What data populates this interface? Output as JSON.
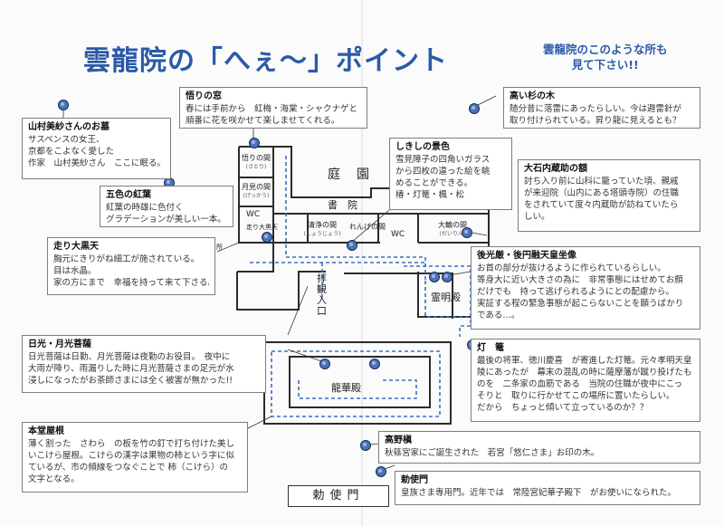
{
  "title": "雲龍院の「へぇ～」ポイント",
  "subtitle": {
    "line1": "雲龍院のこのような所も",
    "line2": "見て下さい!!"
  },
  "colors": {
    "title": "#2a5aa8",
    "route": "#3b6fc4",
    "marker": "#4a73b8"
  },
  "map_labels": {
    "garden": "庭　園",
    "shoin": "書　院",
    "satori_room": "悟りの間",
    "satori_ruby": "(さとり)",
    "gekka_room": "月見の間",
    "gekka_ruby": "(げっかう)",
    "wc1": "WC",
    "wc2": "WC",
    "sotoyama": "走り大黒天",
    "daidokoro": "台所",
    "seiryo_room": "清浄の間",
    "seiryo_ruby": "(しょうじょう)",
    "rengeno_room": "れんげの間",
    "taikan_room": "大輪の間",
    "taikan_ruby": "(だいりん)",
    "reimei": "霊明殿",
    "haikan": "拝観入口",
    "ryuge": "龍華殿",
    "gate": "勅使門"
  },
  "callouts": [
    {
      "heading": "山村美紗さんのお墓",
      "lines": [
        "サスペンスの女王、",
        "京都をこよなく愛した",
        "作家　山村美紗さん　ここに眠る。"
      ]
    },
    {
      "heading": "悟りの窓",
      "lines": [
        "春には手前から　紅梅・海棠・シャクナゲと",
        "順番に花を咲かせて楽しませてくれる。"
      ]
    },
    {
      "heading": "五色の紅葉",
      "lines": [
        "紅葉の時雄に色付く",
        "グラデーションが美しい一本。"
      ]
    },
    {
      "heading": "走り大黒天",
      "lines": [
        "胸元にきりがね細工が施されている。",
        "目は水晶。",
        "家の方にまで　幸福を持って来て下さる。"
      ]
    },
    {
      "heading": "しきしの景色",
      "lines": [
        "雪見障子の四角いガラス",
        "から四枚の違った絵を眺",
        "めることができる。",
        "椿・灯篭・楓・松"
      ]
    },
    {
      "heading": "高い杉の木",
      "lines": [
        "随分昔に落雷にあったらしい。今は避雷針が",
        "取り付けられている。昇り龍に見えるとも？"
      ]
    },
    {
      "heading": "大石内蔵助の額",
      "lines": [
        "討ち入り前に山科に籠っていた頃、親戚",
        "が来迎院（山内にある塔頭寺院）の住職",
        "をされていて度々内蔵助が訪ねていたら",
        "しい。"
      ]
    },
    {
      "heading": "後光厳・後円融天皇坐像",
      "lines": [
        "お首の部分が抜けるように作られているらしい。",
        "等身大に近い大きさの為に　非常事態にはせめてお顔",
        "だけでも　持って逃げられるようにとの配慮から。",
        "実証する程の緊急事態が起こらないことを願うばかり",
        "である…。"
      ]
    },
    {
      "heading": "日光・月光菩薩",
      "lines": [
        "日光菩薩は日勤、月光菩薩は夜勤のお役目。　夜中に",
        "大雨が降り、雨漏りした時に月光菩薩さまの足元が水",
        "浸しになったがお茶師さまには全く被害が無かった!!"
      ]
    },
    {
      "heading": "灯　篭",
      "lines": [
        "最後の将軍、徳川慶喜　が寄進した灯篭。元々孝明天皇",
        "陵にあったが　幕末の混乱の時に薩摩藩が蹴り投げたも",
        "のを　二条家の血筋である　当院の住職が夜中にこっ",
        "そりと　取りに行かせてこの場所に置いたらしい。",
        "だから　ちょっと傾いて立っているのか？？"
      ]
    },
    {
      "heading": "本堂屋根",
      "lines": [
        "薄く割った　さわら　の板を竹の釘で打ち付けた美し",
        "いこけら屋根。こけらの漢字は果物の柿という字に似",
        "ているが、市の頻線をつなぐことで 柿（こけら）の",
        "文字となる。"
      ]
    },
    {
      "heading": "高野槇",
      "lines": [
        "秋篠宮家にご誕生された　若宮「悠仁さま」お印の木。"
      ]
    },
    {
      "heading": "勅使門",
      "lines": [
        "皇族さま専用門。近年では　常陸宮妃華子殿下　がお使いになられた。"
      ]
    }
  ]
}
